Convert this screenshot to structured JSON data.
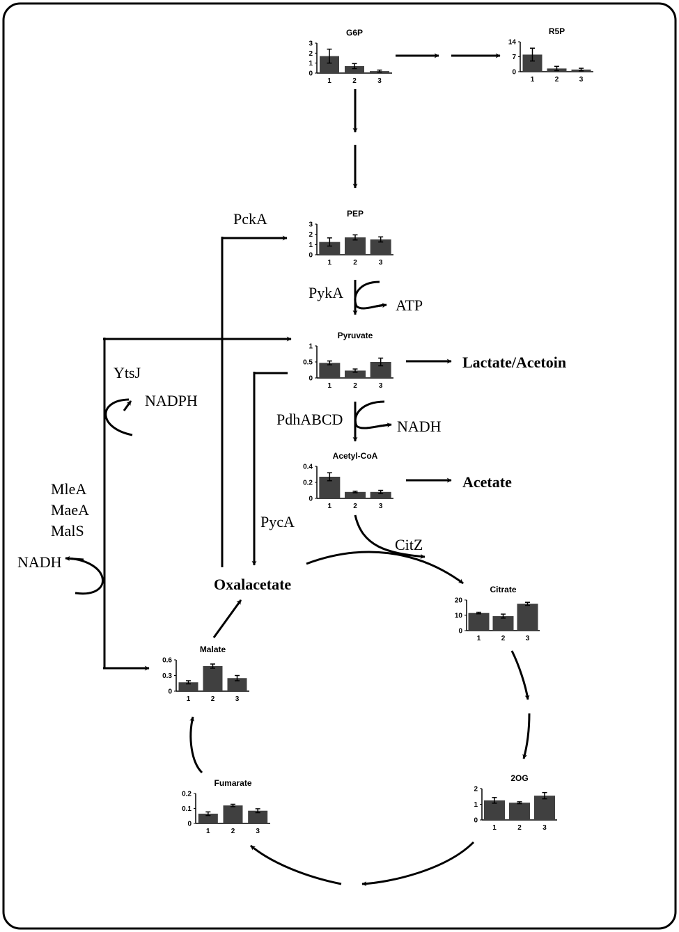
{
  "colors": {
    "bar": "#404040",
    "line": "#000000",
    "border": "#000000",
    "background": "#ffffff"
  },
  "labels": {
    "pcka": "PckA",
    "pyka": "PykA",
    "atp": "ATP",
    "ytsj": "YtsJ",
    "nadph": "NADPH",
    "pdh": "PdhABCD",
    "nadh_pdh": "NADH",
    "mlea": "MleA",
    "maea": "MaeA",
    "mals": "MalS",
    "nadh_left": "NADH",
    "pyca": "PycA",
    "citz": "CitZ",
    "oxalacetate": "Oxalacetate",
    "lactate": "Lactate/Acetoin",
    "acetate": "Acetate"
  },
  "chart_data": [
    {
      "id": "g6p",
      "type": "bar",
      "title": "G6P",
      "categories": [
        "1",
        "2",
        "3"
      ],
      "values": [
        1.7,
        0.7,
        0.2
      ],
      "errors": [
        0.7,
        0.25,
        0.1
      ],
      "yticks": [
        "0",
        "1",
        "2",
        "3"
      ],
      "ylim": [
        0,
        3
      ]
    },
    {
      "id": "r5p",
      "type": "bar",
      "title": "R5P",
      "categories": [
        "1",
        "2",
        "3"
      ],
      "values": [
        8,
        1.5,
        1
      ],
      "errors": [
        3,
        1,
        0.6
      ],
      "yticks": [
        "0",
        "7",
        "14"
      ],
      "ylim": [
        0,
        14
      ]
    },
    {
      "id": "pep",
      "type": "bar",
      "title": "PEP",
      "categories": [
        "1",
        "2",
        "3"
      ],
      "values": [
        1.25,
        1.7,
        1.5
      ],
      "errors": [
        0.4,
        0.25,
        0.25
      ],
      "yticks": [
        "0",
        "1",
        "2",
        "3"
      ],
      "ylim": [
        0,
        3
      ]
    },
    {
      "id": "pyruvate",
      "type": "bar",
      "title": "Pyruvate",
      "categories": [
        "1",
        "2",
        "3"
      ],
      "values": [
        0.47,
        0.23,
        0.5
      ],
      "errors": [
        0.06,
        0.05,
        0.12
      ],
      "yticks": [
        "0",
        "0.5",
        "1"
      ],
      "ylim": [
        0,
        1
      ]
    },
    {
      "id": "acetylcoa",
      "type": "bar",
      "title": "Acetyl-CoA",
      "categories": [
        "1",
        "2",
        "3"
      ],
      "values": [
        0.27,
        0.08,
        0.08
      ],
      "errors": [
        0.05,
        0.01,
        0.02
      ],
      "yticks": [
        "0",
        "0.2",
        "0.4"
      ],
      "ylim": [
        0,
        0.4
      ]
    },
    {
      "id": "citrate",
      "type": "bar",
      "title": "Citrate",
      "categories": [
        "1",
        "2",
        "3"
      ],
      "values": [
        11.5,
        9.5,
        17.5
      ],
      "errors": [
        0.5,
        1.3,
        1
      ],
      "yticks": [
        "0",
        "10",
        "20"
      ],
      "ylim": [
        0,
        20
      ]
    },
    {
      "id": "malate",
      "type": "bar",
      "title": "Malate",
      "categories": [
        "1",
        "2",
        "3"
      ],
      "values": [
        0.17,
        0.48,
        0.25
      ],
      "errors": [
        0.03,
        0.04,
        0.05
      ],
      "yticks": [
        "0",
        "0.3",
        "0.6"
      ],
      "ylim": [
        0,
        0.6
      ]
    },
    {
      "id": "og2",
      "type": "bar",
      "title": "2OG",
      "categories": [
        "1",
        "2",
        "3"
      ],
      "values": [
        1.25,
        1.1,
        1.55
      ],
      "errors": [
        0.18,
        0.06,
        0.2
      ],
      "yticks": [
        "0",
        "1",
        "2"
      ],
      "ylim": [
        0,
        2
      ]
    },
    {
      "id": "fumarate",
      "type": "bar",
      "title": "Fumarate",
      "categories": [
        "1",
        "2",
        "3"
      ],
      "values": [
        0.065,
        0.12,
        0.085
      ],
      "errors": [
        0.012,
        0.008,
        0.013
      ],
      "yticks": [
        "0",
        "0.1",
        "0.2"
      ],
      "ylim": [
        0,
        0.2
      ]
    }
  ]
}
